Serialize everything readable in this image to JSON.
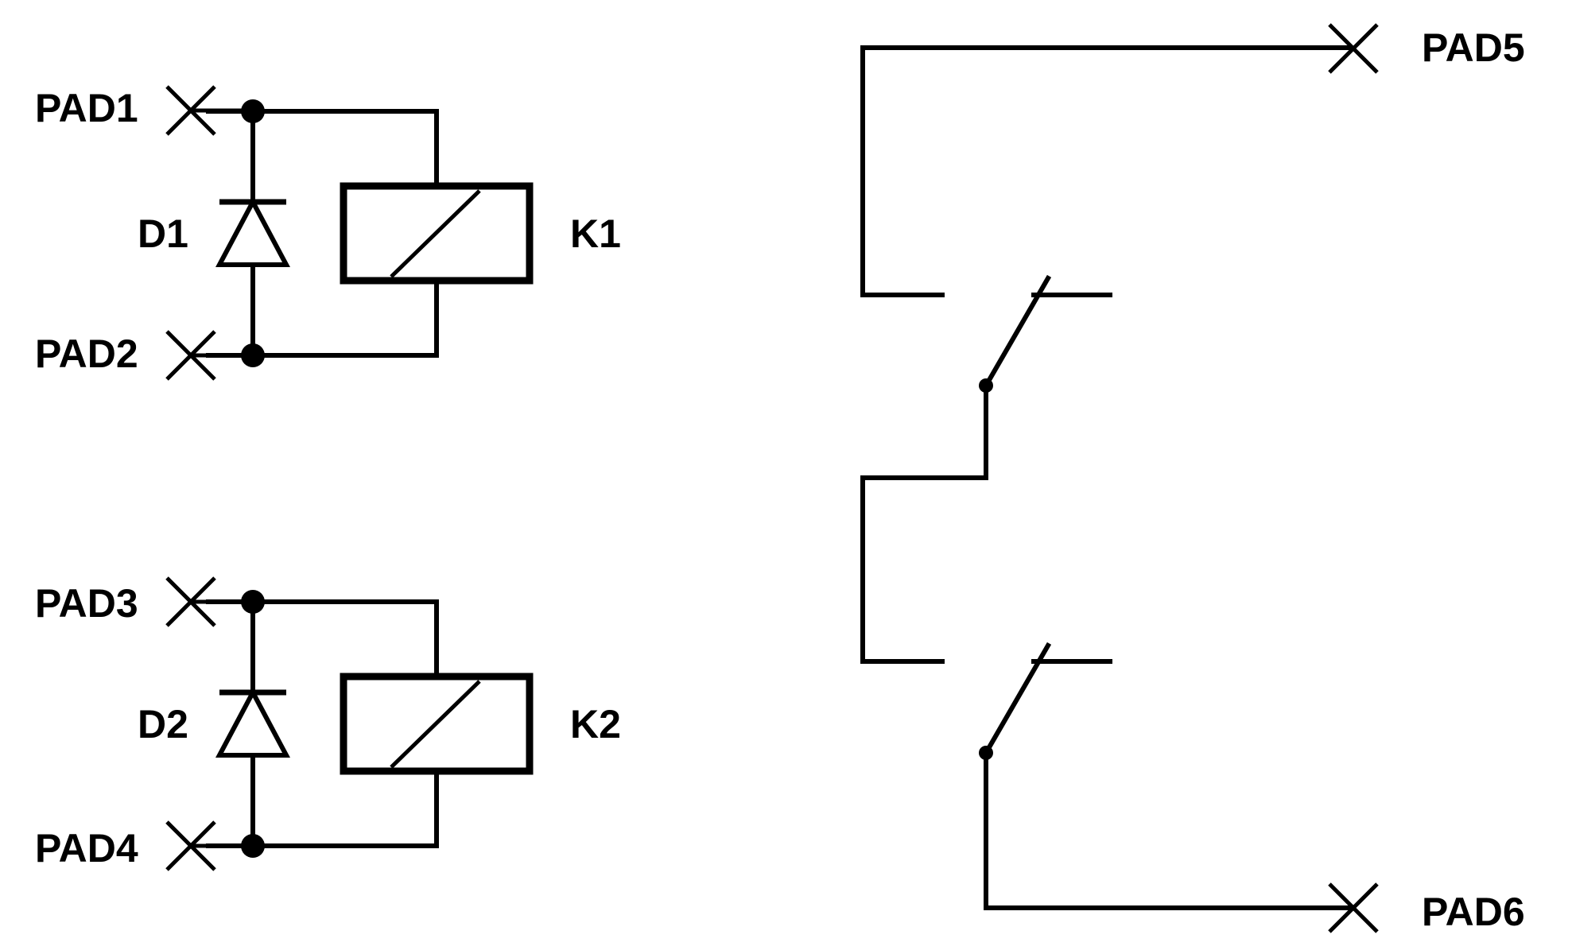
{
  "labels": {
    "pad1": "PAD1",
    "pad2": "PAD2",
    "pad3": "PAD3",
    "pad4": "PAD4",
    "pad5": "PAD5",
    "pad6": "PAD6",
    "d1": "D1",
    "d2": "D2",
    "k1": "K1",
    "k2": "K2"
  }
}
